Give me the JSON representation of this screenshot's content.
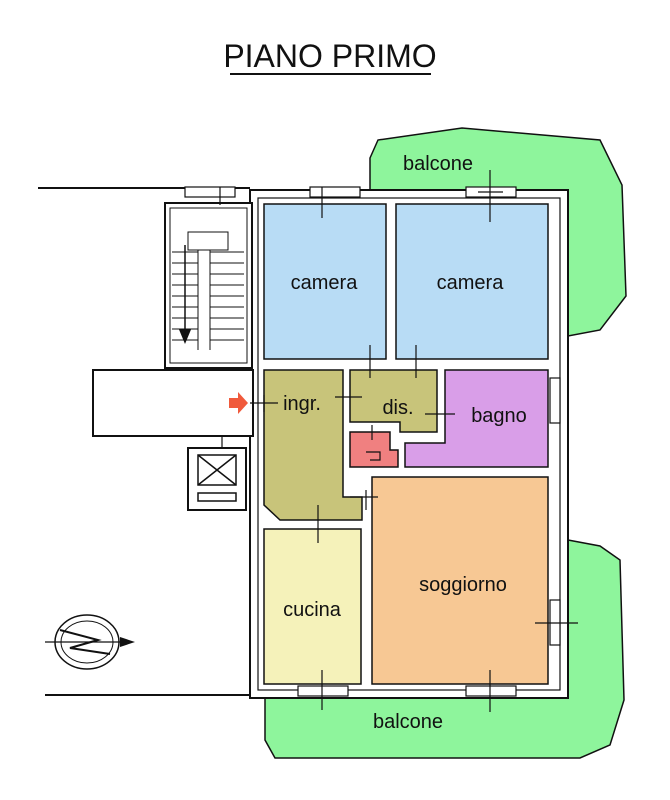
{
  "title": "PIANO PRIMO",
  "rooms": {
    "camera_left": "camera",
    "camera_right": "camera",
    "ingresso": "ingr.",
    "disimpegno": "dis.",
    "bagno": "bagno",
    "cucina": "cucina",
    "soggiorno": "soggiorno",
    "balcone_top": "balcone",
    "balcone_bottom": "balcone"
  },
  "colors": {
    "camera": "#b8dcf5",
    "ingresso": "#c8c47a",
    "bagno": "#d99ee8",
    "cucina": "#f5f2ba",
    "soggiorno": "#f7c894",
    "balcone": "#8ef59c",
    "wc": "#f08080",
    "entry_arrow": "#f05a3c"
  },
  "icons": [
    "entry-arrow-icon",
    "compass-north-icon",
    "stair-arrow-icon",
    "elevator-icon"
  ]
}
